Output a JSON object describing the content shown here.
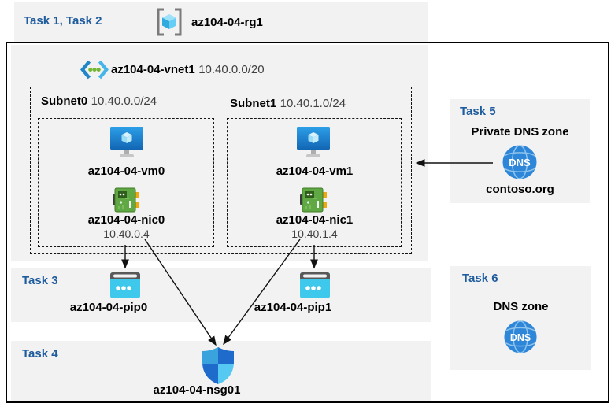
{
  "colors": {
    "task_label": "#1f5c9e",
    "panel_bg": "#f2f2f2",
    "border": "#000000",
    "ip_text": "#404040",
    "dns_blue": "#2e86d8",
    "pip_cyan": "#3ec8ec",
    "nic_green": "#60a844",
    "vm_blue": "#1b7fd4",
    "nsg_light_blue": "#3aa3de",
    "nsg_dark_blue": "#1e6bcb"
  },
  "header": {
    "tasks_label": "Task 1, Task 2",
    "resource_group": "az104-04-rg1"
  },
  "vnet": {
    "name": "az104-04-vnet1",
    "cidr": "10.40.0.0/20",
    "subnets": [
      {
        "name": "Subnet0",
        "cidr": "10.40.0.0/24",
        "vm": "az104-04-vm0",
        "nic": "az104-04-nic0",
        "nic_ip": "10.40.0.4"
      },
      {
        "name": "Subnet1",
        "cidr": "10.40.1.0/24",
        "vm": "az104-04-vm1",
        "nic": "az104-04-nic1",
        "nic_ip": "10.40.1.4"
      }
    ]
  },
  "task3": {
    "label": "Task 3",
    "pip0": "az104-04-pip0",
    "pip1": "az104-04-pip1"
  },
  "task4": {
    "label": "Task 4",
    "nsg": "az104-04-nsg01"
  },
  "task5": {
    "label": "Task 5",
    "title": "Private DNS zone",
    "zone_name": "contoso.org"
  },
  "task6": {
    "label": "Task 6",
    "title": "DNS zone"
  },
  "icons": {
    "dns_text": "DNS",
    "resource_group": "resource-group-icon",
    "vnet": "virtual-network-icon",
    "vm": "virtual-machine-icon",
    "nic": "network-interface-icon",
    "pip": "public-ip-icon",
    "nsg": "nsg-shield-icon",
    "dns": "dns-globe-icon"
  }
}
